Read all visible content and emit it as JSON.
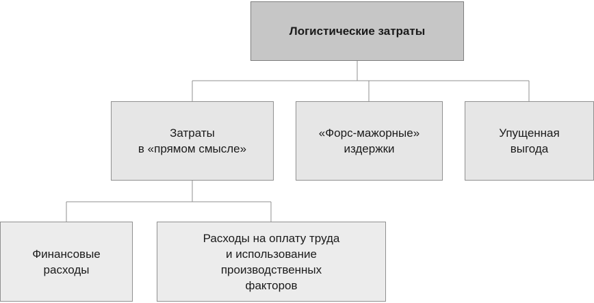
{
  "diagram": {
    "root": {
      "lines": [
        "Логистические затраты"
      ]
    },
    "level1": [
      {
        "lines": [
          "Затраты",
          "в «прямом смысле»"
        ]
      },
      {
        "lines": [
          "«Форс-мажорные»",
          "издержки"
        ]
      },
      {
        "lines": [
          "Упущенная",
          "выгода"
        ]
      }
    ],
    "level2": [
      {
        "lines": [
          "Финансовые",
          "расходы"
        ]
      },
      {
        "lines": [
          "Расходы на оплату труда",
          "и использование",
          "производственных",
          "факторов"
        ]
      }
    ]
  },
  "colors": {
    "root_fill": "#c6c6c6",
    "node_fill": "#e6e6e6",
    "leaf_fill": "#ececec",
    "border": "#8f8f8f",
    "connector": "#8f8f8f",
    "text": "#1a1a1a"
  }
}
